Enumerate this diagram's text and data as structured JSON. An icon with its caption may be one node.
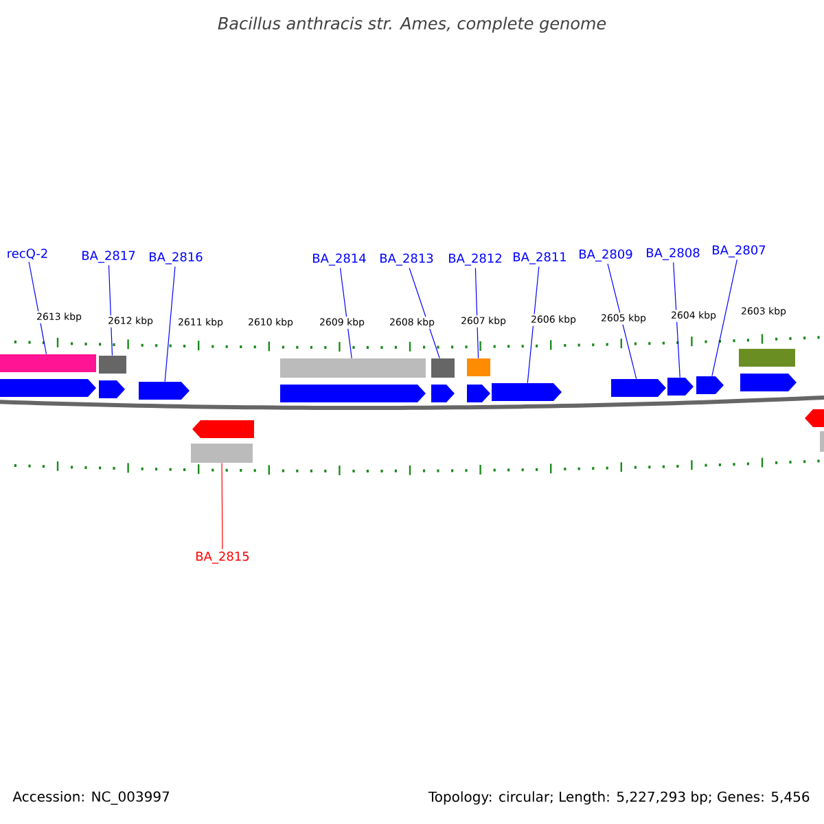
{
  "diagram": {
    "title": "Bacillus anthracis str. Ames, complete genome",
    "nodes": [
      {
        "text": [
          "recQ-2"
        ]
      },
      {
        "text": [
          "BA_2817"
        ]
      },
      {
        "text": [
          "BA_2816"
        ]
      },
      {
        "text": [
          "BA_2814"
        ]
      },
      {
        "text": [
          "BA_2813"
        ]
      },
      {
        "text": [
          "BA_2812"
        ]
      },
      {
        "text": [
          "BA_2811"
        ]
      },
      {
        "text": [
          "BA_2809"
        ]
      },
      {
        "text": [
          "BA_2808"
        ]
      },
      {
        "text": [
          "BA_2807"
        ]
      },
      {
        "text": [
          "BA_2815"
        ]
      },
      {
        "text": [],
        "shape": "bar"
      },
      {
        "text": [],
        "shape": "bar"
      },
      {
        "text": [],
        "shape": "arrow"
      },
      {
        "text": [],
        "shape": "bar"
      },
      {
        "text": [],
        "shape": "bar"
      },
      {
        "text": [],
        "shape": "bar"
      },
      {
        "text": [],
        "shape": "bar"
      },
      {
        "text": [],
        "shape": "arrow"
      },
      {
        "text": [],
        "shape": "arrow"
      },
      {
        "text": [],
        "shape": "arrow"
      },
      {
        "text": [],
        "shape": "arrow"
      },
      {
        "text": [],
        "shape": "arrow"
      },
      {
        "text": [],
        "shape": "arrow"
      },
      {
        "text": [],
        "shape": "arrow"
      },
      {
        "text": [],
        "shape": "arrow"
      },
      {
        "text": [],
        "shape": "arrow"
      },
      {
        "text": [],
        "shape": "arrow"
      },
      {
        "text": [],
        "shape": "bar"
      },
      {
        "text": [],
        "shape": "arrow"
      },
      {
        "text": [],
        "shape": "arrow"
      },
      {
        "text": [],
        "shape": "bar"
      }
    ],
    "edges": [
      {
        "from": 0,
        "to": 11,
        "arrow": "none"
      },
      {
        "from": 1,
        "to": 12,
        "arrow": "none"
      },
      {
        "from": 2,
        "to": 13,
        "arrow": "none"
      },
      {
        "from": 3,
        "to": 15,
        "arrow": "none"
      },
      {
        "from": 4,
        "to": 16,
        "arrow": "none"
      },
      {
        "from": 5,
        "to": 17,
        "arrow": "none"
      },
      {
        "from": 6,
        "to": 18,
        "arrow": "none"
      },
      {
        "from": 7,
        "to": 19,
        "arrow": "none"
      },
      {
        "from": 8,
        "to": 20,
        "arrow": "none"
      },
      {
        "from": 9,
        "to": 21,
        "arrow": "none"
      },
      {
        "from": 10,
        "to": 14,
        "arrow": "none",
        "color": "#ff0000"
      }
    ],
    "labels": [
      "2613 kbp",
      "2612 kbp",
      "2611 kbp",
      "2610 kbp",
      "2609 kbp",
      "2608 kbp",
      "2607 kbp",
      "2606 kbp",
      "2605 kbp",
      "2604 kbp",
      "2603 kbp",
      "Accession: NC_003997",
      "Topology: circular; Length: 5,227,293 bp; Genes: 5,456"
    ]
  }
}
